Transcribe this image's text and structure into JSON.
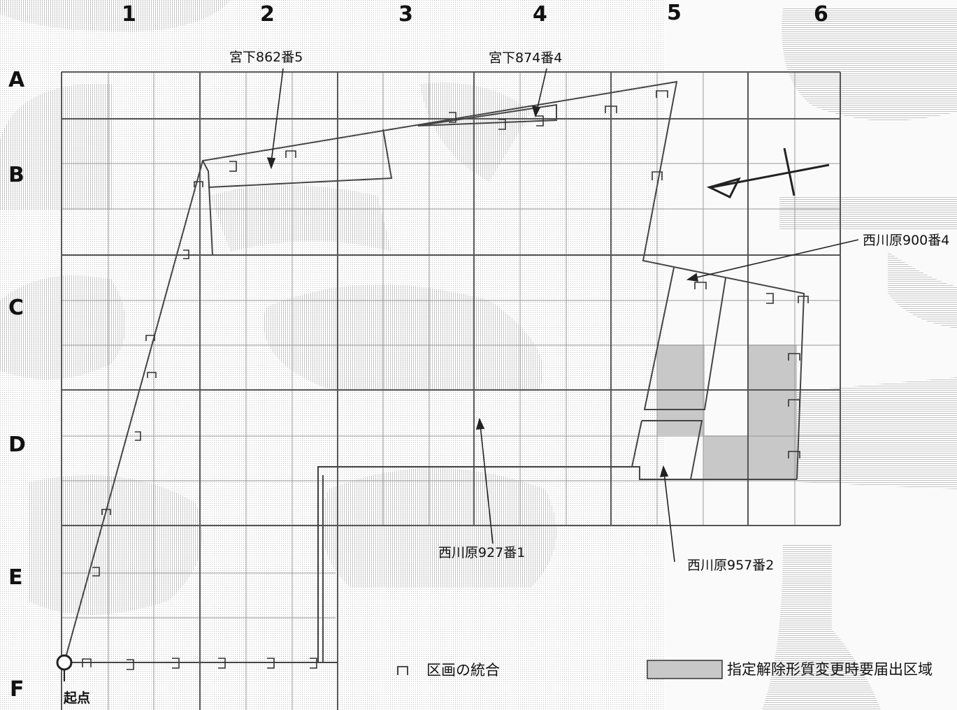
{
  "grid": {
    "columns": [
      "1",
      "2",
      "3",
      "4",
      "5",
      "6"
    ],
    "rows": [
      "A",
      "B",
      "C",
      "D",
      "E",
      "F"
    ]
  },
  "parcels": {
    "miyashita_862_5": "宮下862番5",
    "miyashita_874_4": "宮下874番4",
    "nishikawara_900_4": "西川原900番4",
    "nishikawara_927_1": "西川原927番1",
    "nishikawara_957_2": "西川原957番2"
  },
  "origin_label": "起点",
  "legend": {
    "block_merge": "区画の統合",
    "designated_area": "指定解除形質変更時要届出区域"
  },
  "colors": {
    "line": "#444444",
    "grid_major": "#555555",
    "grid_minor": "#9a9a9a",
    "shaded_area": "#c8c8c8",
    "background_pattern": "#d9d9d9"
  }
}
